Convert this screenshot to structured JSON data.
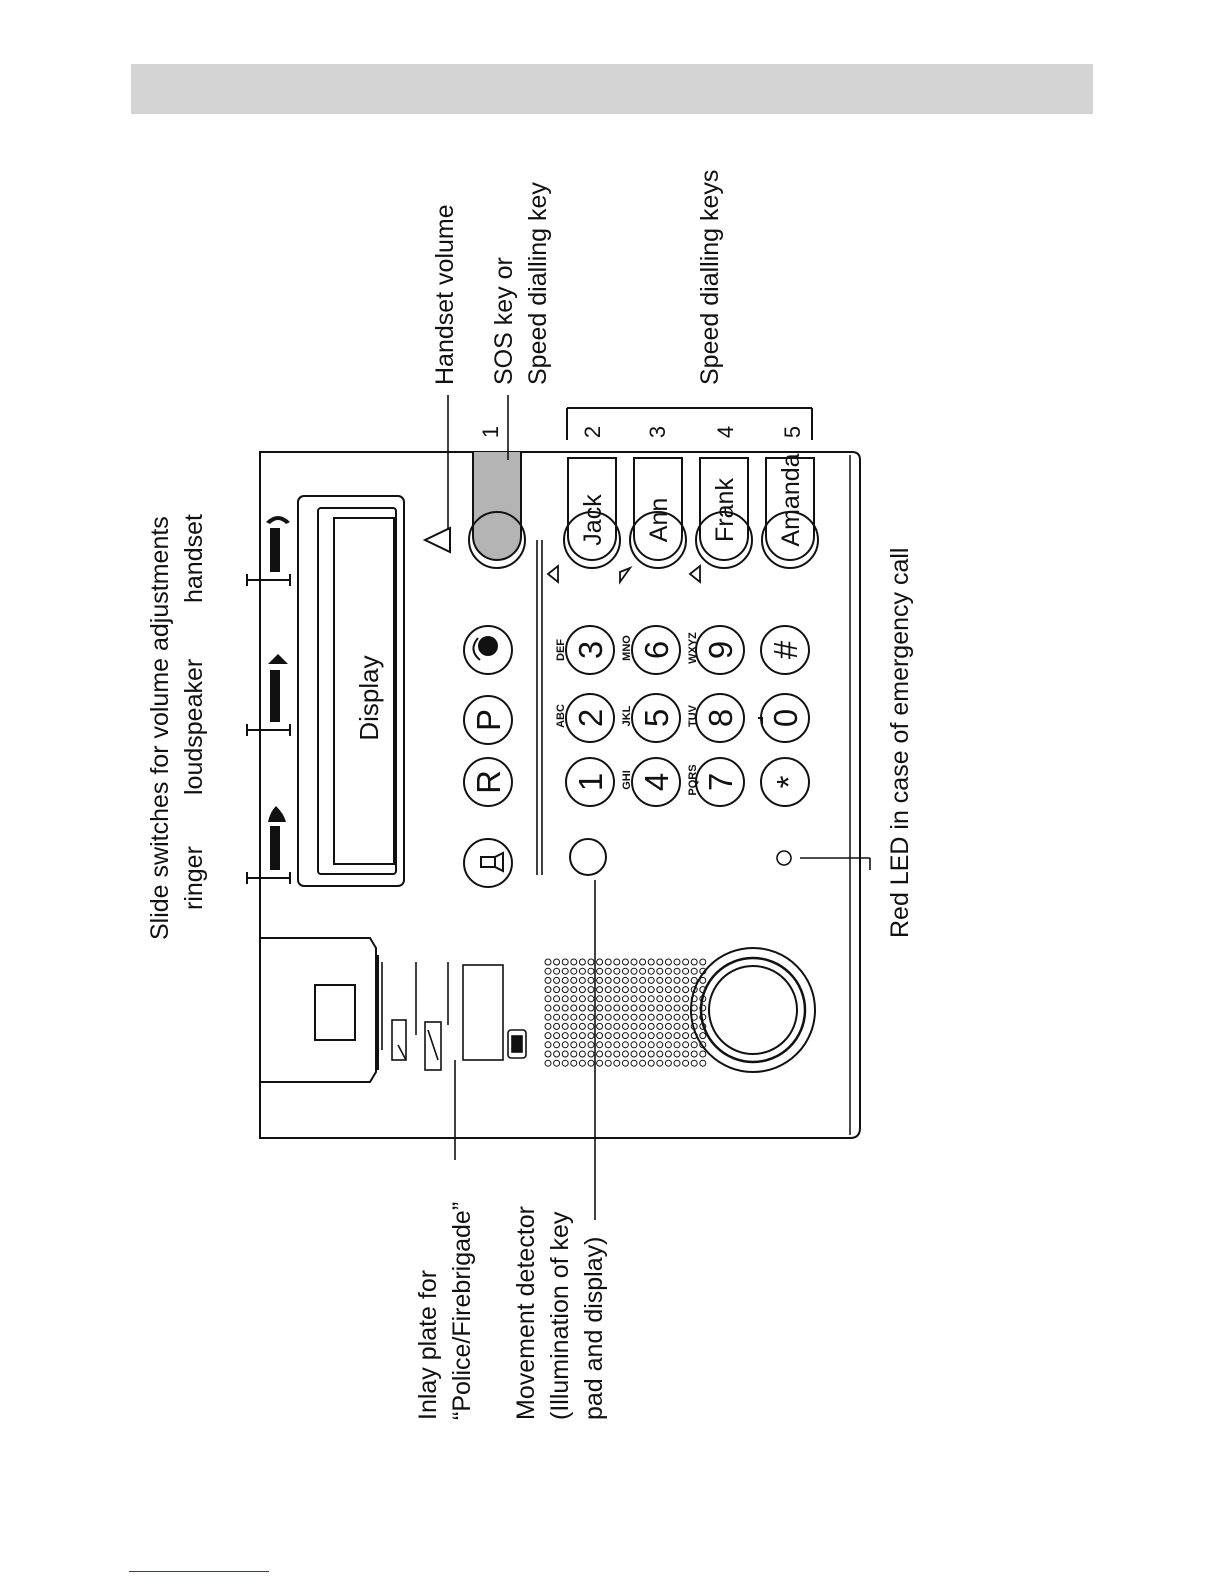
{
  "labels": {
    "slide_switches": "Slide switches for volume adjustments",
    "ringer": "ringer",
    "loudspeaker": "loudspeaker",
    "handset": "handset",
    "handset_volume": "Handset volume",
    "sos_line1": "SOS key or",
    "sos_line2": "Speed dialling key",
    "speed_dialling_keys": "Speed dialling keys",
    "red_led": "Red LED in case of emergency call",
    "inlay_line1": "Inlay plate for",
    "inlay_line2": "“Police/Firebrigade”",
    "movement_line1": "Movement detector",
    "movement_line2": "(Illumination of key",
    "movement_line3": "pad and display)",
    "display": "Display"
  },
  "function_keys": {
    "speaker": "speaker-icon",
    "r": "R",
    "p": "P",
    "record": "record-icon"
  },
  "keypad": {
    "k1": "1",
    "k2": "2",
    "k3": "3",
    "k4": "4",
    "k5": "5",
    "k6": "6",
    "k7": "7",
    "k8": "8",
    "k9": "9",
    "kstar": "*",
    "k0": "0",
    "khash": "#",
    "abc": "ABC",
    "def": "DEF",
    "ghi": "GHI",
    "jkl": "JKL",
    "mno": "MNO",
    "pqrs": "PQRS",
    "tuv": "TUV",
    "wxyz": "WXYZ"
  },
  "speed_keys": {
    "n1": "1",
    "n2": "2",
    "n3": "3",
    "n4": "4",
    "n5": "5",
    "jack": "Jack",
    "ann": "Ann",
    "frank": "Frank",
    "amanda": "Amanda"
  }
}
